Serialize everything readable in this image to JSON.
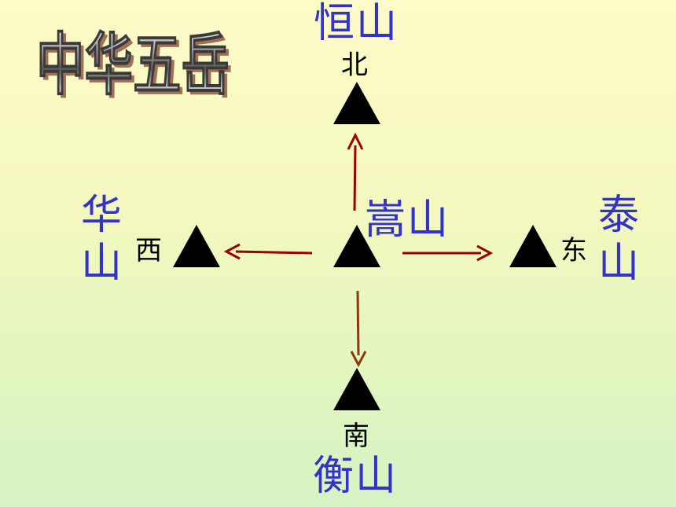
{
  "title": "中华五岳",
  "colors": {
    "mountain_name": "#3333cc",
    "arrow_north": "#990000",
    "arrow_south": "#8b3a10",
    "arrow_west": "#990000",
    "arrow_east": "#990000"
  },
  "mountains": {
    "north": {
      "name": "恒山",
      "direction": "北"
    },
    "south": {
      "name": "衡山",
      "direction": "南"
    },
    "west": {
      "name_chars": [
        "华",
        "山"
      ],
      "direction": "西"
    },
    "east": {
      "name_chars": [
        "泰",
        "山"
      ],
      "direction": "东"
    },
    "center": {
      "name": "嵩山"
    }
  }
}
